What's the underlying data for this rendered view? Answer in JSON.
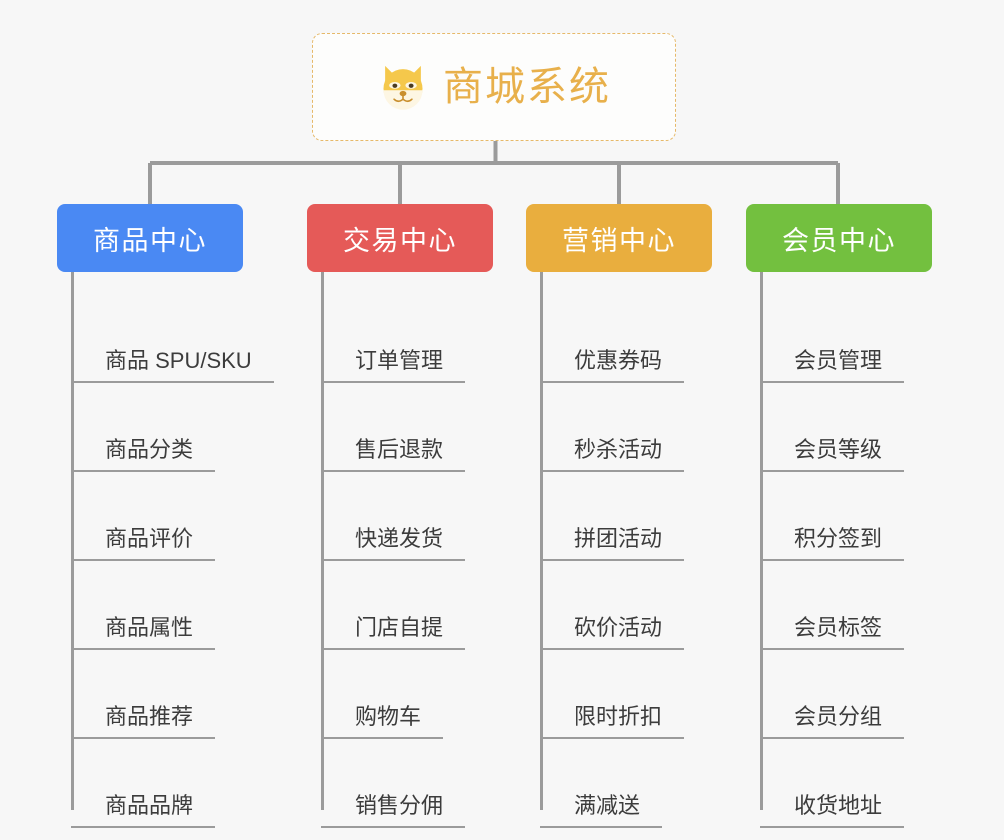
{
  "page": {
    "background": "#f7f7f7",
    "type": "org-chart"
  },
  "root": {
    "title": "商城系统",
    "icon": "shiba-dog-face-emoji",
    "text_color": "#e8b04b",
    "border_color": "#e6b96a",
    "background": "#fdfdfc"
  },
  "connector": {
    "color": "#9b9b9b"
  },
  "columns": [
    {
      "title": "商品中心",
      "color": "#4a89f3",
      "items": [
        "商品 SPU/SKU",
        "商品分类",
        "商品评价",
        "商品属性",
        "商品推荐",
        "商品品牌"
      ]
    },
    {
      "title": "交易中心",
      "color": "#e55a58",
      "items": [
        "订单管理",
        "售后退款",
        "快递发货",
        "门店自提",
        "购物车",
        "销售分佣"
      ]
    },
    {
      "title": "营销中心",
      "color": "#e9ae3e",
      "items": [
        "优惠券码",
        "秒杀活动",
        "拼团活动",
        "砍价活动",
        "限时折扣",
        "满减送"
      ]
    },
    {
      "title": "会员中心",
      "color": "#73c03f",
      "items": [
        "会员管理",
        "会员等级",
        "积分签到",
        "会员标签",
        "会员分组",
        "收货地址"
      ]
    }
  ]
}
